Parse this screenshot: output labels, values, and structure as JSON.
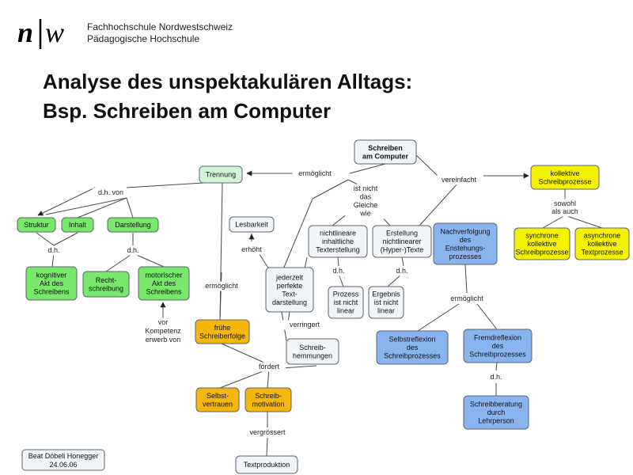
{
  "header": {
    "logo_n": "n",
    "logo_w": "w",
    "institution_line1": "Fachhochschule Nordwestschweiz",
    "institution_line2": "Pädagogische Hochschule"
  },
  "title": {
    "line1": "Analyse des unspektakulären Alltags:",
    "line2": "Bsp. Schreiben am Computer"
  },
  "concept_map": {
    "nodes": {
      "schreiben": [
        "Schreiben",
        "am Computer"
      ],
      "trennung": [
        "Trennung"
      ],
      "struktur": [
        "Struktur"
      ],
      "inhalt": [
        "Inhalt"
      ],
      "darstellung": [
        "Darstellung"
      ],
      "kognitiver": [
        "kognitiver",
        "Akt des",
        "Schreibens"
      ],
      "rechtschreibung": [
        "Recht-",
        "schreibung"
      ],
      "motorischer": [
        "motorischer",
        "Akt des",
        "Schreibens"
      ],
      "lesbarkeit": [
        "Lesbarkeit"
      ],
      "jederzeit": [
        "jederzeit",
        "perfekte",
        "Text-",
        "darstellung"
      ],
      "nichtlineare": [
        "nichtlineare",
        "inhaltliche",
        "Texterstellung"
      ],
      "erstellung": [
        "Erstellung",
        "nichtlinearer",
        "(Hyper-)Texte"
      ],
      "prozess": [
        "Prozess",
        "ist nicht",
        "linear"
      ],
      "ergebnis": [
        "Ergebnis",
        "ist nicht",
        "linear"
      ],
      "nachverfolgung": [
        "Nachverfolgung",
        "des",
        "Enstehungs-",
        "prozesses"
      ],
      "kollektive": [
        "kollektive",
        "Schreibprozesse"
      ],
      "synchrone": [
        "synchrone",
        "kollektive",
        "Schreibprozesse"
      ],
      "asynchrone": [
        "asynchrone",
        "kollektive",
        "Textprozesse"
      ],
      "fruehe": [
        "frühe",
        "Schreiberfolge"
      ],
      "hemmungen": [
        "Schreib-",
        "hemmungen"
      ],
      "selbstvertrauen": [
        "Selbst-",
        "vertrauen"
      ],
      "motivation": [
        "Schreib-",
        "motivation"
      ],
      "textproduktion": [
        "Textproduktion"
      ],
      "selbstreflexion": [
        "Selbstreflexion",
        "des",
        "Schreibprozesses"
      ],
      "fremdreflexion": [
        "Fremdreflexion",
        "des",
        "Schreibprozesses"
      ],
      "schreibberatung": [
        "Schreibberatung",
        "durch",
        "Lehrperson"
      ]
    },
    "links": {
      "ermoeglicht_top": [
        "ermöglicht"
      ],
      "vereinfacht": [
        "vereinfacht"
      ],
      "dh_von": [
        "d.h. von"
      ],
      "dh_left": [
        "d.h."
      ],
      "dh_mid": [
        "d.h."
      ],
      "erhoeht": [
        "erhöht"
      ],
      "ermoeglicht_mid": [
        "ermöglicht"
      ],
      "vor_kompetenz": [
        "vor",
        "Kompetenz",
        "erwerb von"
      ],
      "verringert": [
        "verringert"
      ],
      "foerdert": [
        "fördert"
      ],
      "vergroessert": [
        "vergrössert"
      ],
      "ist_nicht": [
        "ist nicht",
        "das",
        "Gleiche",
        "wie"
      ],
      "dh_prozess": [
        "d.h."
      ],
      "dh_ergebnis": [
        "d.h."
      ],
      "sowohl": [
        "sowohl",
        "als auch"
      ],
      "ermoeglicht_right": [
        "ermöglicht"
      ],
      "dh_beratung": [
        "d.h."
      ]
    },
    "author": [
      "Beat Döbeli Honegger",
      "24.06.06"
    ]
  },
  "colors": {
    "white_node": "#f2f5f7",
    "green_light": "#d3f5d3",
    "green": "#77e86a",
    "blue": "#8ab4f0",
    "yellow": "#f5f200",
    "orange": "#f5b60e",
    "node_border": "#5a6470",
    "line": "#4a4a4a",
    "logo_red": "#d40000"
  }
}
